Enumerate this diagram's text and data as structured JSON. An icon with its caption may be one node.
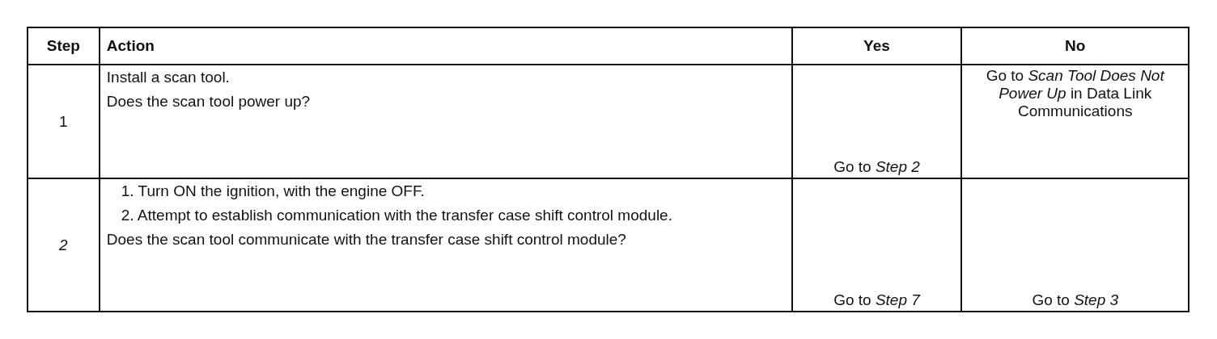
{
  "diagram": {
    "labels": [
      "Step",
      "Action",
      "Yes",
      "No",
      "1",
      "Install a scan tool.",
      "Does the scan tool power up?",
      "Go to *Step 2*",
      "Go to *Scan Tool Does Not Power Up* in Data Link Communications",
      "2",
      "1. Turn ON the ignition, with the engine OFF.",
      "2. Attempt to establish communication with the transfer case shift control module.",
      "Does the scan tool communicate with the transfer case shift control module?",
      "Go to *Step 7*",
      "Go to *Step 3*"
    ]
  }
}
